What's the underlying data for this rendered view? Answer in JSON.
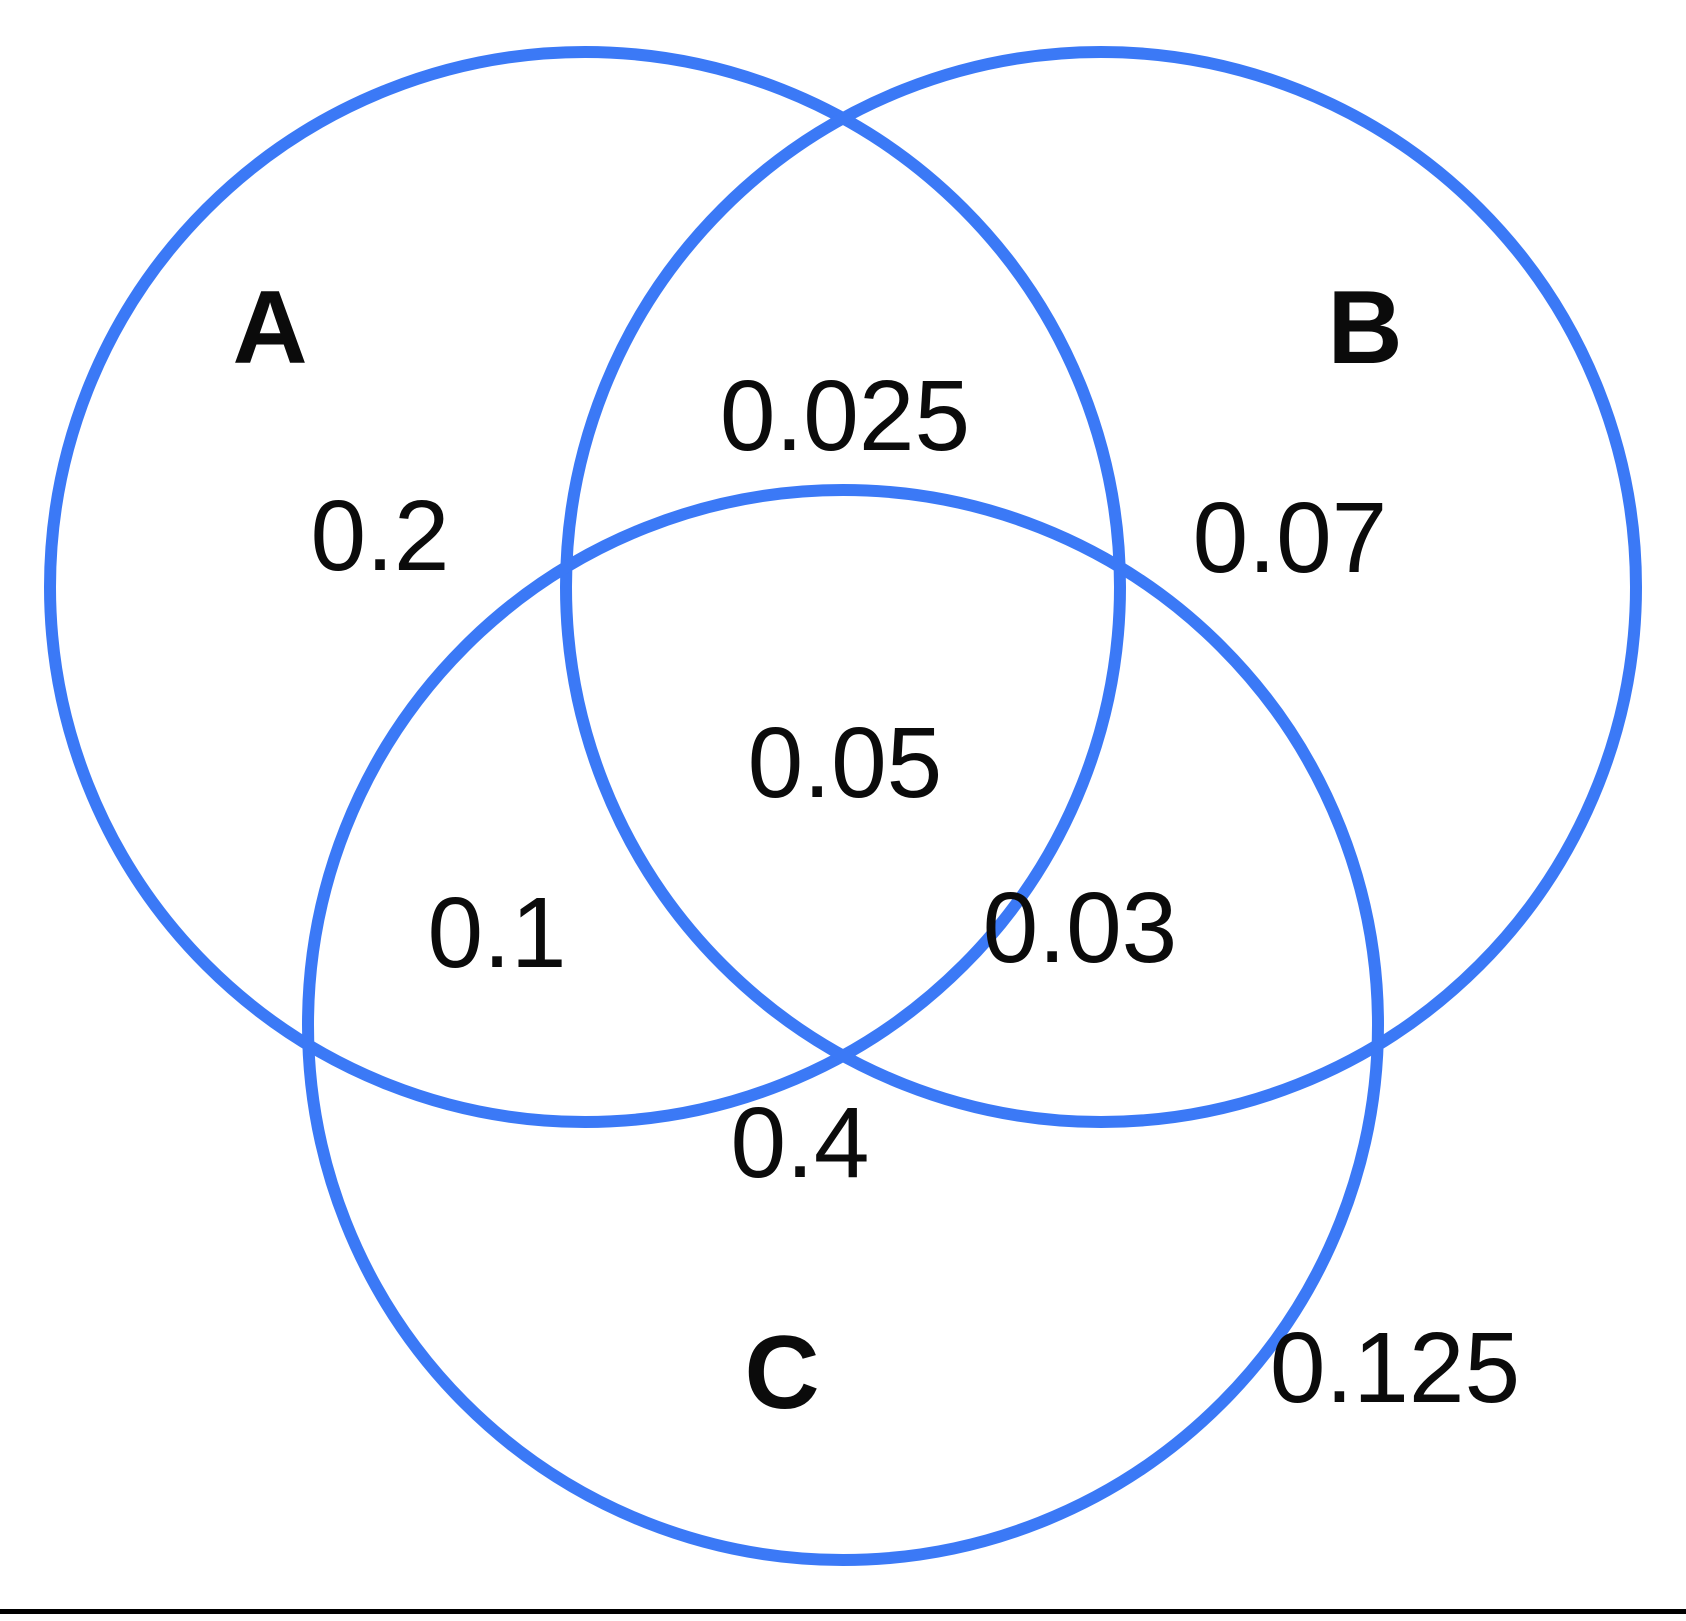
{
  "colors": {
    "circle_stroke": "#3b79f6",
    "text": "#0b0b0b",
    "background": "#ffffff",
    "bottom_rule": "#000000"
  },
  "venn": {
    "set_labels": {
      "A": "A",
      "B": "B",
      "C": "C"
    },
    "regions": {
      "a_only": "0.2",
      "b_only": "0.07",
      "c_only": "0.4",
      "ab_only": "0.025",
      "ac_only": "0.1",
      "bc_only": "0.03",
      "abc": "0.05",
      "outside": "0.125"
    }
  }
}
